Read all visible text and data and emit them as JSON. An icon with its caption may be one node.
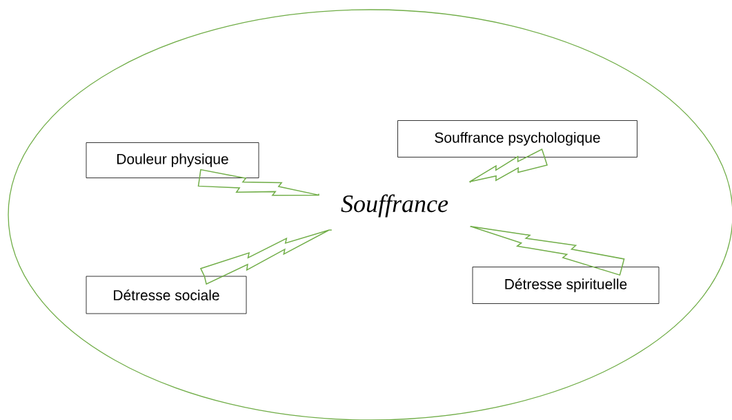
{
  "diagram": {
    "nodes": [
      {
        "text": [],
        "shape": "ellipse"
      },
      {
        "text": [
          "Douleur physique"
        ],
        "in": 0
      },
      {
        "text": [
          "Souffrance psychologique"
        ],
        "in": 0
      },
      {
        "text": [
          "Souffrance"
        ],
        "in": 0
      },
      {
        "text": [
          "Détresse sociale"
        ],
        "in": 0
      },
      {
        "text": [
          "Détresse spirituelle"
        ],
        "in": 0
      }
    ],
    "edges": [
      {
        "from": 1,
        "to": 3,
        "arrow": "to"
      },
      {
        "from": 2,
        "to": 3,
        "arrow": "to"
      },
      {
        "from": 4,
        "to": 3,
        "arrow": "to"
      },
      {
        "from": 5,
        "to": 3,
        "arrow": "to"
      }
    ]
  }
}
